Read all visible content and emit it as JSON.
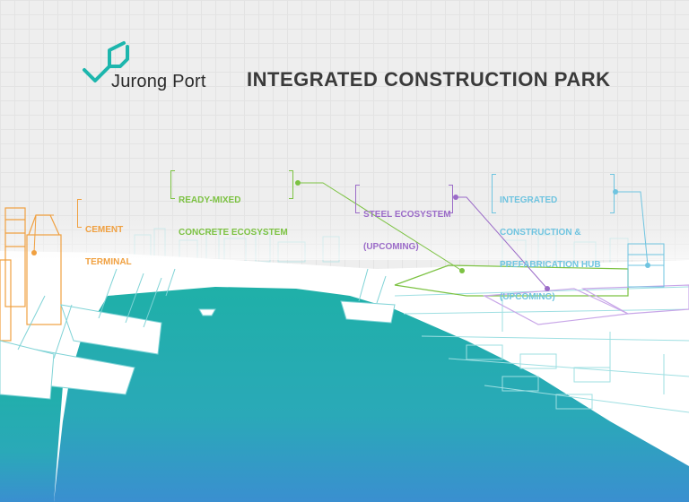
{
  "brand": {
    "name": "Jurong Port"
  },
  "title": "INTEGRATED CONSTRUCTION PARK",
  "labels": {
    "cement": {
      "line1": "CEMENT",
      "line2": "TERMINAL",
      "color": "#f0a040"
    },
    "concrete": {
      "line1": "READY-MIXED",
      "line2": "CONCRETE ECOSYSTEM",
      "color": "#7cc242"
    },
    "steel": {
      "line1": "STEEL ECOSYSTEM",
      "line2": "(UPCOMING)",
      "color": "#9b6bc8"
    },
    "hub": {
      "line1": "INTEGRATED",
      "line2": "CONSTRUCTION &",
      "line3": "PREFABRICATION HUB",
      "line4": "(UPCOMING)",
      "color": "#6fc4e0"
    }
  },
  "colors": {
    "water_top": "#1fb0a8",
    "water_bottom": "#3a8fd0",
    "line": "#7fd3d6",
    "brand_teal": "#1db6ad"
  }
}
